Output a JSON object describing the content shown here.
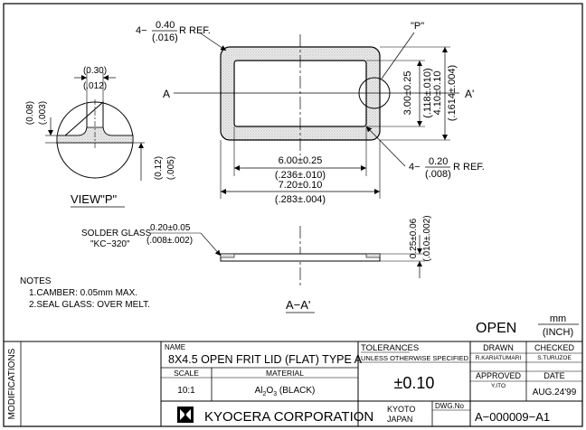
{
  "drawing": {
    "view_p_label": "VIEW\"P\"",
    "p_callout": "\"P\"",
    "section_label": "A−A'",
    "section_a_left": "A",
    "section_a_right": "A'",
    "section_a_bottom": "A",
    "section_a_bottom_prime": "A'"
  },
  "dimensions": {
    "corner_r_top_prefix": "4−",
    "corner_r_top_mm": "0.40",
    "corner_r_top_in": "(.016)",
    "corner_r_top_suffix": "R REF.",
    "corner_r_inner_prefix": "4−",
    "corner_r_inner_mm": "0.20",
    "corner_r_inner_in": "(.008)",
    "corner_r_inner_suffix": "R REF.",
    "opening_width_mm": "6.00±0.25",
    "opening_width_in": "(.236±.010)",
    "outer_width_mm": "7.20±0.10",
    "outer_width_in": "(.283±.004)",
    "opening_height_mm": "3.00±0.25",
    "opening_height_in": "(.118±.010)",
    "outer_height_mm": "4.10±0.10",
    "outer_height_in": "(.1614±.004)",
    "detail_top_mm": "(0.30)",
    "detail_top_in": "(.012)",
    "detail_left_mm": "(0.08)",
    "detail_left_in": "(.003)",
    "detail_bottom_mm": "(0.12)",
    "detail_bottom_in": "(.005)",
    "solder_glass_label": "SOLDER GLASS",
    "solder_glass_code": "\"KC−320\"",
    "solder_thickness_mm": "0.20±0.05",
    "solder_thickness_in": "(.008±.002)",
    "total_thickness_mm": "0.25±0.06",
    "total_thickness_in": "(.010±.002)"
  },
  "notes": {
    "title": "NOTES",
    "items": [
      "1.CAMBER: 0.05mm MAX.",
      "2.SEAL GLASS: OVER MELT."
    ]
  },
  "status": {
    "open_label": "OPEN",
    "unit_top": "mm",
    "unit_bottom": "(INCH)"
  },
  "title_block": {
    "modifications": "MODIFICATIONS",
    "name_label": "NAME",
    "name_value": "8X4.5 OPEN FRIT LID (FLAT) TYPE A",
    "scale_label": "SCALE",
    "scale_value": "10:1",
    "material_label": "MATERIAL",
    "material_prefix": "Al",
    "material_sub1": "2",
    "material_mid": "O",
    "material_sub2": "3",
    "material_suffix": " (BLACK)",
    "tolerances_label": "TOLERANCES",
    "tolerances_sub": "UNLESS  OTHERWISE  SPECIFIED",
    "tolerance_value": "±0.10",
    "drawn_label": "DRAWN",
    "drawn_value": "R.KARIATUMARI",
    "checked_label": "CHECKED",
    "checked_value": "S.TURUZOE",
    "approved_label": "APPROVED",
    "approved_value": "Y.ITO",
    "date_label": "DATE",
    "date_value": "AUG.24'99",
    "company": "KYOCERA  CORPORATION",
    "location_1": "KYOTO",
    "location_2": "JAPAN",
    "dwg_label": "DWG.No",
    "dwg_value": "A−000009−A1"
  }
}
